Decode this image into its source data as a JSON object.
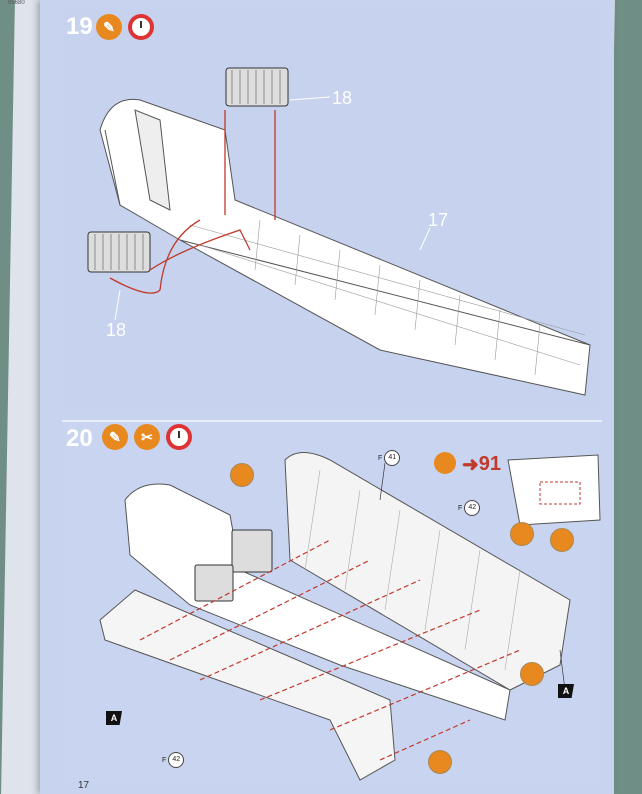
{
  "page": {
    "number": "17",
    "corner_code": "05680"
  },
  "step19": {
    "number": "19",
    "labels": {
      "rack_top": "18",
      "floor": "17",
      "rack_left": "18"
    },
    "icons": [
      "glue-icon",
      "clock-icon"
    ]
  },
  "step20": {
    "number": "20",
    "labels": {
      "f41": "41",
      "f42_top": "42",
      "f42_bottom": "42",
      "arrow_target": "91",
      "marker": "A"
    },
    "tag_prefix": "F",
    "icons": [
      "glue-icon",
      "cutter-icon",
      "clock-icon"
    ]
  },
  "colors": {
    "page": "#c7d3ef",
    "accent": "#e8891f",
    "arrow": "#c0392b",
    "clock": "#d33333"
  }
}
